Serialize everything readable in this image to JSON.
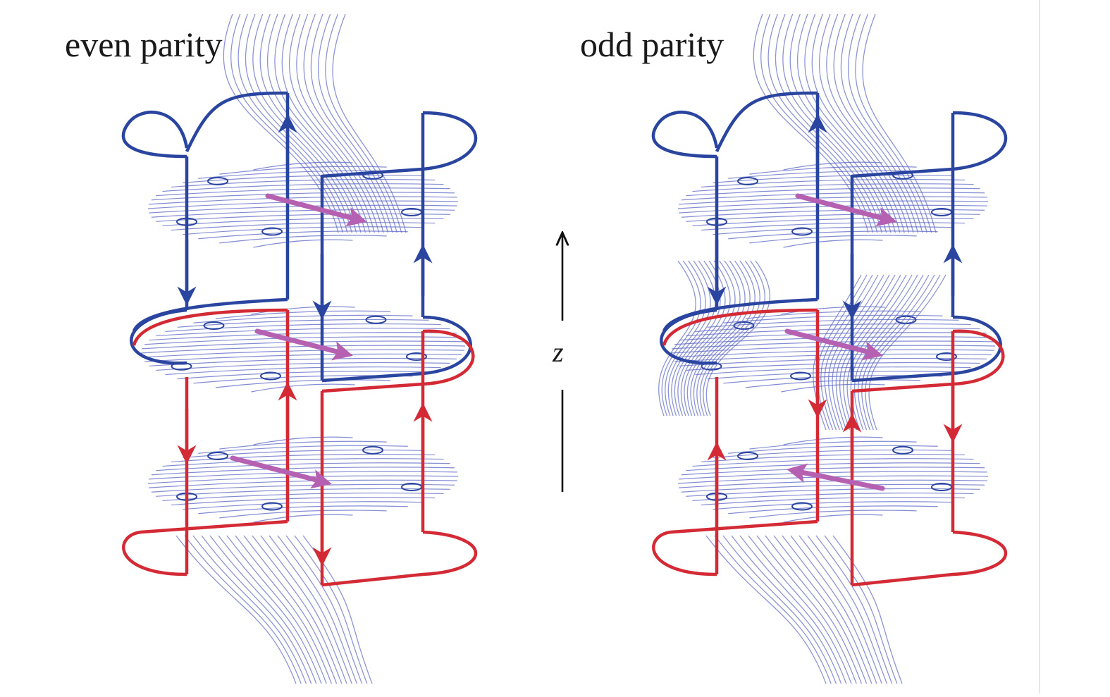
{
  "panels": [
    {
      "id": "even",
      "title": "even parity",
      "bottom_sheet_arrow": "right"
    },
    {
      "id": "odd",
      "title": "odd parity",
      "bottom_sheet_arrow": "left"
    }
  ],
  "axis": {
    "label": "z"
  },
  "colors": {
    "upper_loop": "#2a45a0",
    "lower_loop": "#d42a35",
    "field_lines": "#5b66c4",
    "moment_arrow": "#b560b0",
    "axis": "#111111"
  },
  "icons": {
    "axis_arrow": "arrow-up-icon",
    "moment": "arrow-icon"
  }
}
